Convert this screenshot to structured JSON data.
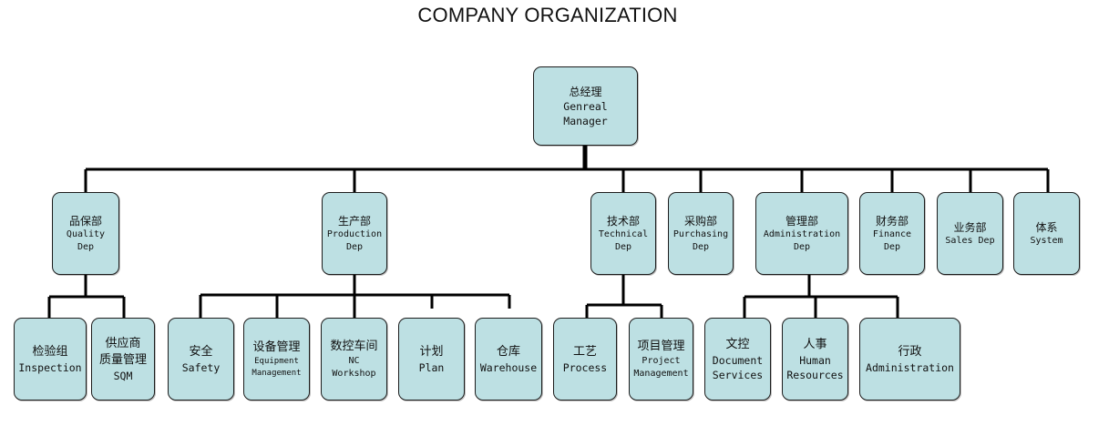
{
  "title": "COMPANY ORGANIZATION",
  "nodes": {
    "gm": {
      "zh": "总经理",
      "en": "Genreal\nManager"
    },
    "quality": {
      "zh": "品保部",
      "en": "Quality\nDep"
    },
    "production": {
      "zh": "生产部",
      "en": "Production\nDep"
    },
    "technical": {
      "zh": "技术部",
      "en": "Technical\nDep"
    },
    "purchasing": {
      "zh": "采购部",
      "en": "Purchasing\nDep"
    },
    "administration": {
      "zh": "管理部",
      "en": "Administration\nDep"
    },
    "finance": {
      "zh": "财务部",
      "en": "Finance\nDep"
    },
    "sales": {
      "zh": "业务部",
      "en": "Sales Dep"
    },
    "system": {
      "zh": "体系",
      "en": "System"
    },
    "inspection": {
      "zh": "检验组",
      "en": "Inspection"
    },
    "sqm": {
      "zh": "供应商\n质量管理",
      "en": "SQM"
    },
    "safety": {
      "zh": "安全",
      "en": "Safety"
    },
    "equipment": {
      "zh": "设备管理",
      "en": "Equipment\nManagement"
    },
    "nc": {
      "zh": "数控车间",
      "en": "NC\nWorkshop"
    },
    "plan": {
      "zh": "计划",
      "en": "Plan"
    },
    "warehouse": {
      "zh": "仓库",
      "en": "Warehouse"
    },
    "process": {
      "zh": "工艺",
      "en": "Process"
    },
    "project": {
      "zh": "项目管理",
      "en": "Project\nManagement"
    },
    "document": {
      "zh": "文控",
      "en": "Document\nServices"
    },
    "hr": {
      "zh": "人事",
      "en": "Human\nResources"
    },
    "admin": {
      "zh": "行政",
      "en": "Administration"
    }
  }
}
